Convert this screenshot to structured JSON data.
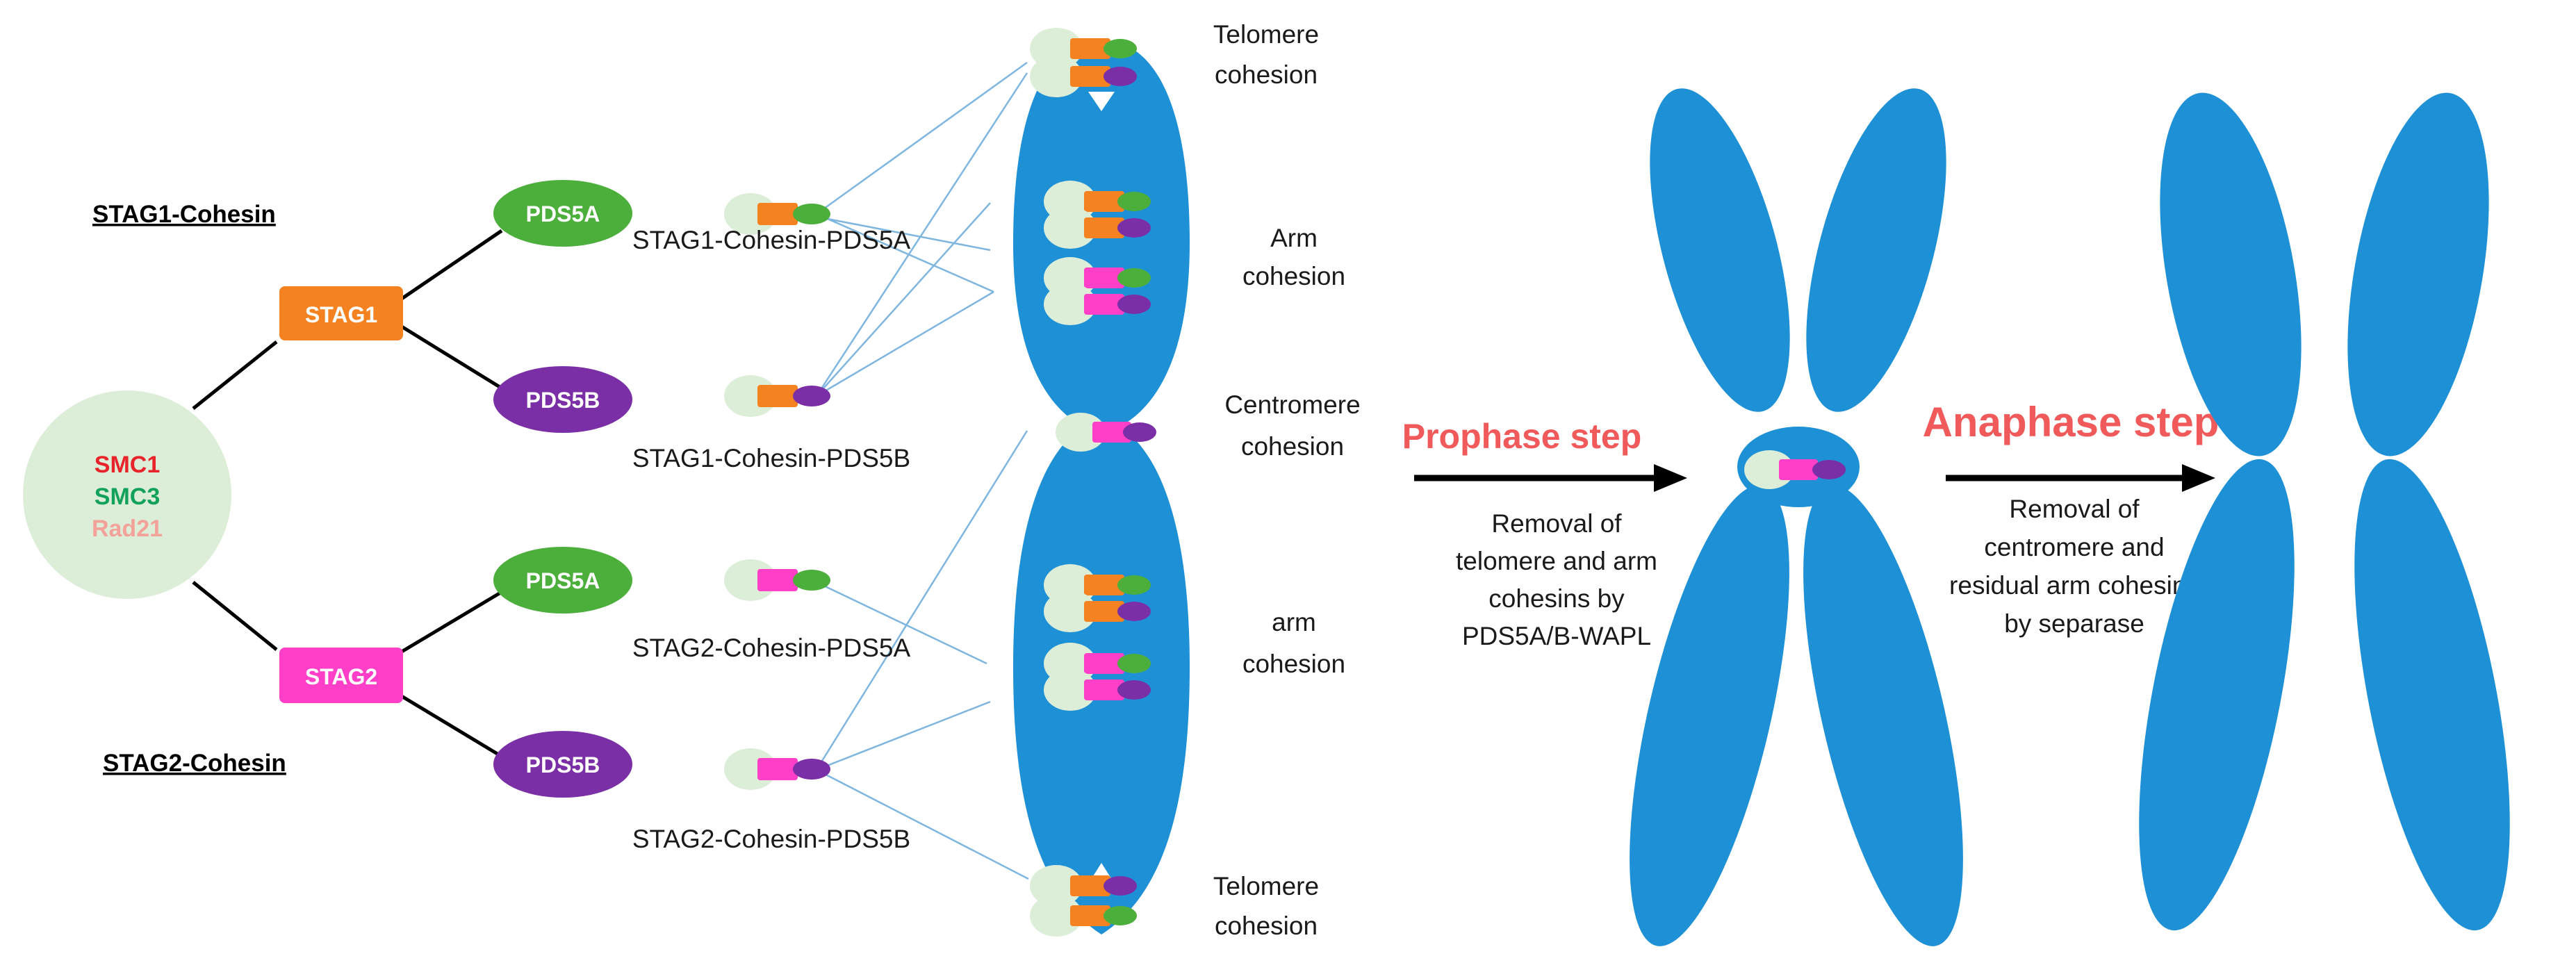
{
  "colors": {
    "chromosome": "#1e90d6",
    "smc_core": "#dcedd8",
    "stag1": "#f58220",
    "stag2": "#ff3fc8",
    "pds5a": "#4caf3c",
    "pds5b": "#7b2fa6",
    "step_title": "#f05a5a",
    "smc1_text": "#e8232a",
    "smc3_text": "#12a15a",
    "rad21_text": "#f3a29a",
    "connector": "#7fb6df"
  },
  "core": {
    "smc1": "SMC1",
    "smc3": "SMC3",
    "rad21": "Rad21"
  },
  "complexes": {
    "stag1_heading": "STAG1-Cohesin",
    "stag2_heading": "STAG2-Cohesin",
    "stag1": "STAG1",
    "stag2": "STAG2",
    "pds5a": "PDS5A",
    "pds5b": "PDS5B"
  },
  "complex_labels": {
    "stag1_pds5a": "STAG1-Cohesin-PDS5A",
    "stag1_pds5b": "STAG1-Cohesin-PDS5B",
    "stag2_pds5a": "STAG2-Cohesin-PDS5A",
    "stag2_pds5b": "STAG2-Cohesin-PDS5B"
  },
  "chromosome_regions": {
    "telomere_top": [
      "Telomere",
      "cohesion"
    ],
    "arm_top": [
      "Arm",
      "cohesion"
    ],
    "centromere": [
      "Centromere",
      "cohesion"
    ],
    "arm_bottom": [
      "arm",
      "cohesion"
    ],
    "telomere_bottom": [
      "Telomere",
      "cohesion"
    ]
  },
  "steps": {
    "prophase_title": "Prophase step",
    "prophase_desc": [
      "Removal of",
      "telomere and arm",
      "cohesins by",
      "PDS5A/B-WAPL"
    ],
    "anaphase_title": "Anaphase step",
    "anaphase_desc": [
      "Removal of",
      "centromere and",
      "residual arm cohesins",
      "by separase"
    ]
  }
}
